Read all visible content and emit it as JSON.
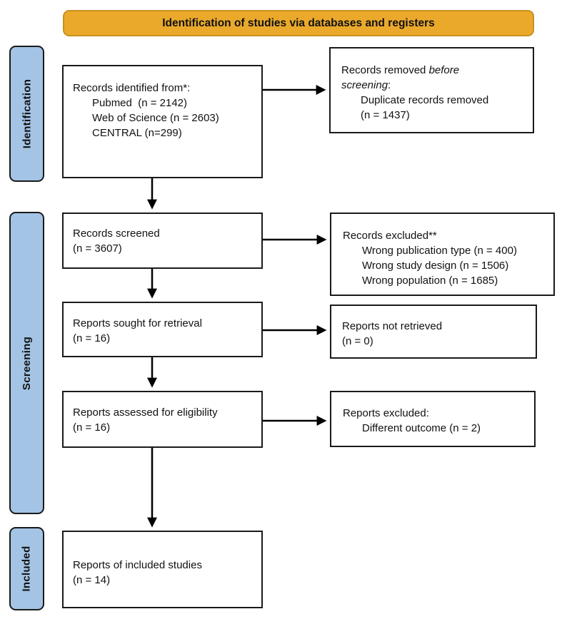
{
  "banner": {
    "label": "Identification of studies via databases and registers"
  },
  "stages": [
    {
      "label": "Identification"
    },
    {
      "label": "Screening"
    },
    {
      "label": "Included"
    }
  ],
  "boxes": {
    "identified": {
      "title": "Records identified from*:",
      "items": [
        "Pubmed  (n = 2142)",
        "Web of Science (n = 2603)",
        "CENTRAL (n=299)"
      ]
    },
    "removed": {
      "title_prefix": "Records removed ",
      "title_italic_1": "before",
      "title_italic_2": "screening",
      "title_suffix": ":",
      "items": [
        "Duplicate records removed",
        "(n = 1437)"
      ]
    },
    "screened": {
      "lines": [
        "Records screened",
        "(n = 3607)"
      ]
    },
    "excluded": {
      "title": "Records excluded**",
      "items": [
        "Wrong publication type (n = 400)",
        "Wrong study design (n = 1506)",
        "Wrong population (n = 1685)"
      ]
    },
    "sought": {
      "lines": [
        "Reports sought for retrieval",
        "(n = 16)"
      ]
    },
    "not_retrieved": {
      "lines": [
        "Reports not retrieved",
        "(n = 0)"
      ]
    },
    "assessed": {
      "lines": [
        "Reports assessed for eligibility",
        "(n = 16)"
      ]
    },
    "reports_excluded": {
      "title": "Reports excluded:",
      "items": [
        "Different outcome (n = 2)"
      ]
    },
    "included_studies": {
      "lines": [
        "Reports of included studies",
        "(n = 14)"
      ]
    }
  },
  "colors": {
    "banner_fill": "#EBA92B",
    "banner_border": "#C8911C",
    "stage_fill": "#A3C4E5",
    "arrow": "#000000"
  }
}
